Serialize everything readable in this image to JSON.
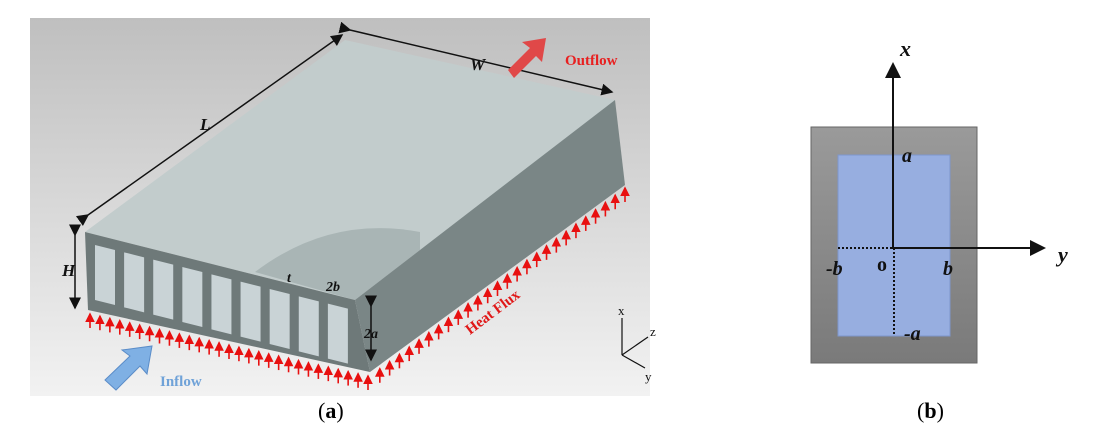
{
  "panel_a": {
    "caption_open": "(",
    "caption_letter": "a",
    "caption_close": ")",
    "dimensions": {
      "length": "L",
      "width": "W",
      "height": "H",
      "wall": "t",
      "channel_width": "2b",
      "channel_height": "2a"
    },
    "outflow_label": "Outflow",
    "inflow_label": "Inflow",
    "heat_flux_label": "Heat Flux",
    "axes": {
      "x": "x",
      "y": "y",
      "z": "z"
    },
    "colors": {
      "flux": "#e81010",
      "outflow": "#e03030",
      "inflow": "#6aa0d8",
      "solid": "#7a8686",
      "top": "#c2cccc"
    }
  },
  "panel_b": {
    "caption_open": "(",
    "caption_letter": "b",
    "caption_close": ")",
    "axis_x": "x",
    "axis_y": "y",
    "label_a": "a",
    "label_neg_a": "-a",
    "label_b": "b",
    "label_neg_b": "-b",
    "label_origin": "o",
    "colors": {
      "wall": "#8c8c8c",
      "fluid": "#97aee0"
    }
  }
}
